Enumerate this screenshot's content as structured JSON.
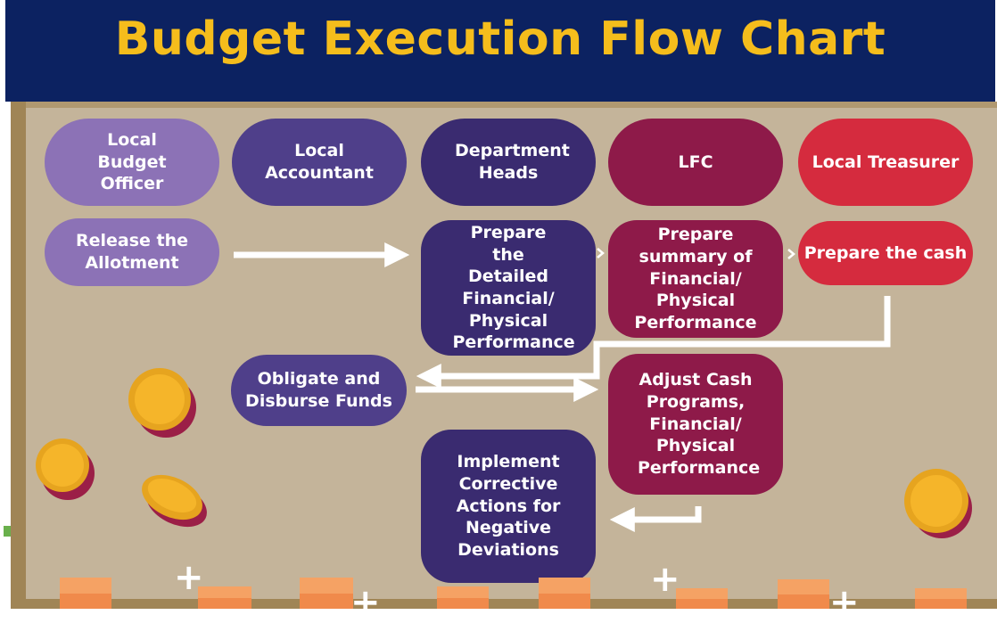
{
  "title": "Budget Execution Flow Chart",
  "colors": {
    "header_bg": "#0c2261",
    "title_text": "#f5bd1c",
    "board_bg": "#c4b49a",
    "light_purple": "#8c72b6",
    "mid_purple": "#4f3f8a",
    "dark_purple": "#3a2b70",
    "maroon": "#8e1a49",
    "red": "#d52b3e",
    "arrow": "#ffffff",
    "coin_gold": "#f5b52a",
    "coin_shadow": "#9b1f47"
  },
  "headers": [
    {
      "label": "Local Budget Officer"
    },
    {
      "label": "Local Accountant"
    },
    {
      "label": "Department Heads"
    },
    {
      "label": "LFC"
    },
    {
      "label": "Local Treasurer"
    }
  ],
  "steps": {
    "release": "Release the Allotment",
    "prepare_detailed": "Prepare the Detailed Financial/ Physical Performance",
    "prepare_summary": "Prepare summary of Financial/ Physical Performance",
    "prepare_cash": "Prepare the cash",
    "obligate": "Obligate and Disburse Funds",
    "adjust": "Adjust Cash Programs, Financial/ Physical Performance",
    "implement": "Implement Corrective Actions for Negative Deviations"
  },
  "decorations": {
    "coin_icon": "coin-icon",
    "plus_icon": "plus-icon",
    "brick_icon": "brick-icon"
  }
}
